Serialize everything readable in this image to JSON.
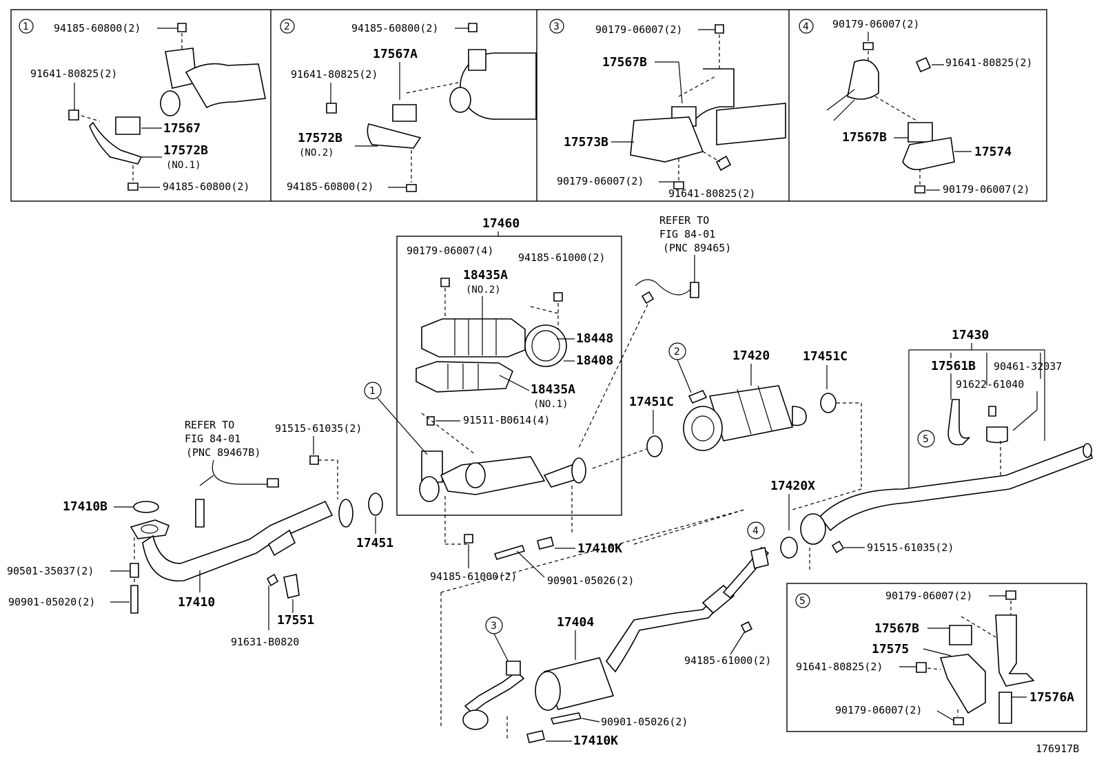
{
  "drawing_number": "176917B",
  "insets": [
    {
      "index": "1",
      "labels": [
        "94185-60800(2)",
        "91641-80825(2)",
        "17567",
        "17572B",
        "(NO.1)",
        "94185-60800(2)"
      ]
    },
    {
      "index": "2",
      "labels": [
        "94185-60800(2)",
        "17567A",
        "91641-80825(2)",
        "17572B",
        "(NO.2)",
        "94185-60800(2)"
      ]
    },
    {
      "index": "3",
      "labels": [
        "90179-06007(2)",
        "17567B",
        "17573B",
        "90179-06007(2)",
        "91641-80825(2)"
      ]
    },
    {
      "index": "4",
      "labels": [
        "90179-06007(2)",
        "91641-80825(2)",
        "17567B",
        "17574",
        "90179-06007(2)"
      ]
    }
  ],
  "catalytic_group": {
    "number": "17460",
    "labels": [
      "90179-06007(4)",
      "94185-61000(2)",
      "18435A",
      "(NO.2)",
      "18448",
      "18408",
      "18435A",
      "(NO.1)",
      "91511-B0614(4)"
    ]
  },
  "refer_upper": {
    "line1": "REFER TO",
    "line2": "FIG 84-01",
    "line3": "(PNC 89465)"
  },
  "refer_left": {
    "line1": "REFER TO",
    "line2": "FIG 84-01",
    "line3": "(PNC 89467B)"
  },
  "front_pipe": {
    "labels": [
      "91515-61035(2)",
      "17410B",
      "90501-35037(2)",
      "90901-05020(2)",
      "17410",
      "17451",
      "17551",
      "91631-B0820"
    ]
  },
  "middle": {
    "labels": [
      "94185-61000(2)",
      "90901-05026(2)",
      "17410K",
      "17451C",
      "17420",
      "17451C",
      "17420X"
    ]
  },
  "tail_group": {
    "number": "17430",
    "labels": [
      "17561B",
      "90461-32037",
      "91622-61040",
      "91515-61035(2)"
    ]
  },
  "muffler": {
    "labels": [
      "17404",
      "94185-61000(2)",
      "90901-05026(2)",
      "17410K"
    ]
  },
  "inset5": {
    "index": "5",
    "labels": [
      "90179-06007(2)",
      "17567B",
      "17575",
      "91641-80825(2)",
      "17576A",
      "90179-06007(2)"
    ]
  },
  "callouts": [
    "1",
    "2",
    "3",
    "4",
    "5"
  ]
}
